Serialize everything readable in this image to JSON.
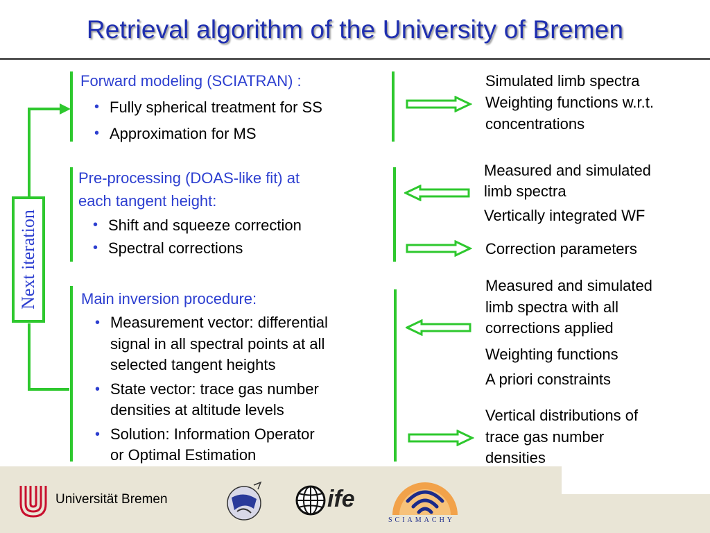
{
  "title": "Retrieval algorithm of the University of Bremen",
  "iteration_label": "Next iteration",
  "sections": {
    "forward": {
      "header": "Forward modeling (SCIATRAN) :",
      "bullets": [
        "Fully spherical treatment for SS",
        "Approximation for MS"
      ]
    },
    "preprocessing": {
      "header_line1": "Pre-processing (DOAS-like fit) at",
      "header_line2": "each tangent height:",
      "bullets": [
        "Shift and squeeze correction",
        "Spectral corrections"
      ]
    },
    "inversion": {
      "header": "Main inversion procedure:",
      "bullets": [
        {
          "l1": "Measurement vector: differential",
          "l2": "signal in all spectral points at all",
          "l3": "selected tangent heights"
        },
        {
          "l1": "State vector: trace gas number",
          "l2": "densities at altitude levels"
        },
        {
          "l1": "Solution: Information Operator",
          "l2": "or Optimal Estimation"
        }
      ]
    }
  },
  "right_texts": {
    "forward_out": [
      "Simulated limb spectra",
      "Weighting functions w.r.t.",
      "concentrations"
    ],
    "pre_in": [
      "Measured and simulated",
      "limb spectra",
      "Vertically integrated WF"
    ],
    "pre_out": "Correction parameters",
    "inv_in": [
      "Measured and simulated",
      "limb spectra with all",
      "corrections applied",
      "Weighting functions",
      "A priori constraints"
    ],
    "inv_out": [
      "Vertical distributions of",
      "trace gas number",
      "densities"
    ]
  },
  "footer": {
    "university": "Universität Bremen",
    "ife": "ife",
    "sciamachy": "SCIAMACHY"
  },
  "colors": {
    "title": "#1f2fb0",
    "header_text": "#2d3fd0",
    "green": "#2ec82e",
    "footer_bg": "#e9e5d6",
    "uni_red": "#c8102e"
  }
}
